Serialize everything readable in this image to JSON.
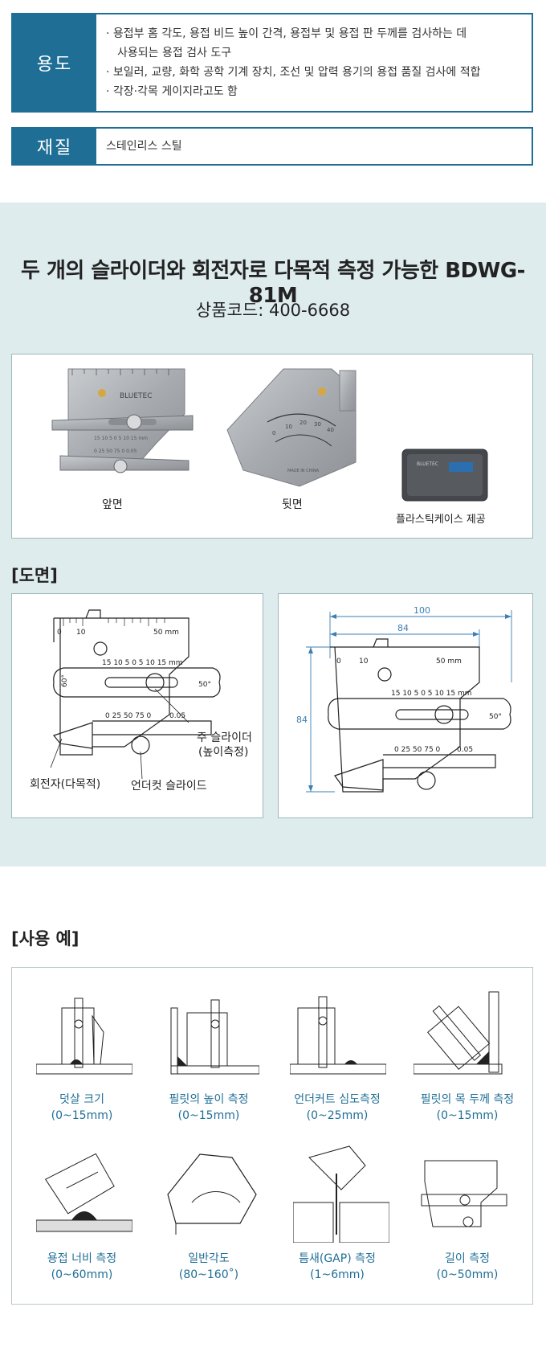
{
  "spec": {
    "usage_label": "용도",
    "usage_lines": [
      "· 용접부 홈 각도, 용접 비드 높이 간격, 용접부 및 용접 판 두께를 검사하는 데",
      "사용되는 용접 검사 도구",
      "· 보일러, 교량, 화학 공학 기계 장치, 조선 및 압력 용기의 용접 품질 검사에 적합",
      "· 각장·각목 게이지라고도 함"
    ],
    "material_label": "재질",
    "material_value": "스테인리스 스틸"
  },
  "product": {
    "headline": "두 개의 슬라이더와 회전자로 다목적 측정 가능한 BDWG-81M",
    "code": "상품코드: 400-6668"
  },
  "photos": {
    "front": "앞면",
    "back": "뒷면",
    "case": "플라스틱케이스 제공",
    "brand": "BLUETEC"
  },
  "drawing": {
    "label": "[도면]",
    "main_slider": "주 슬라이더",
    "main_slider_sub": "(높이측정)",
    "rotor": "회전자(다목적)",
    "undercut": "언더컷 슬라이드",
    "dim_100": "100",
    "dim_84_top": "84",
    "dim_84_side": "84"
  },
  "usage": {
    "label": "[사용 예]",
    "items": [
      {
        "title": "덧살 크기",
        "range": "(0~15mm)"
      },
      {
        "title": "필릿의 높이 측정",
        "range": "(0~15mm)"
      },
      {
        "title": "언더커트 심도측정",
        "range": "(0~25mm)"
      },
      {
        "title": "필릿의 목 두께 측정",
        "range": "(0~15mm)"
      },
      {
        "title": "용접 너비 측정",
        "range": "(0~60mm)"
      },
      {
        "title": "일반각도",
        "range": "(80~160˚)"
      },
      {
        "title": "틈새(GAP) 측정",
        "range": "(1~6mm)"
      },
      {
        "title": "길이 측정",
        "range": "(0~50mm)"
      }
    ]
  }
}
